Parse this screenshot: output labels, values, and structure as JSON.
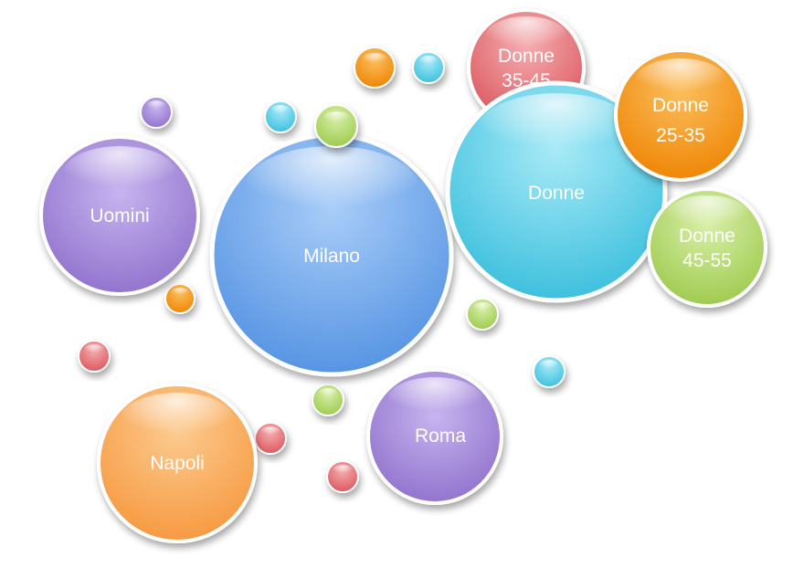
{
  "colors": {
    "purple": "#9a7fd1",
    "blue": "#6aa2e8",
    "cyan": "#4fc9e3",
    "red": "#e26a6f",
    "orange": "#f3940f",
    "light_orange": "#f8a452",
    "green": "#a8d15c"
  },
  "bubbles": {
    "uomini": {
      "label": "Uomini",
      "color": "purple"
    },
    "milano": {
      "label": "Milano",
      "color": "blue"
    },
    "donne": {
      "label": "Donne",
      "color": "cyan"
    },
    "donne_35_45": {
      "line1": "Donne",
      "line2": "35-45",
      "color": "red"
    },
    "donne_25_35": {
      "line1": "Donne",
      "line2": "25-35",
      "color": "orange"
    },
    "donne_45_55": {
      "line1": "Donne",
      "line2": "45-55",
      "color": "green"
    },
    "roma": {
      "label": "Roma",
      "color": "purple"
    },
    "napoli": {
      "label": "Napoli",
      "color": "light_orange"
    }
  }
}
